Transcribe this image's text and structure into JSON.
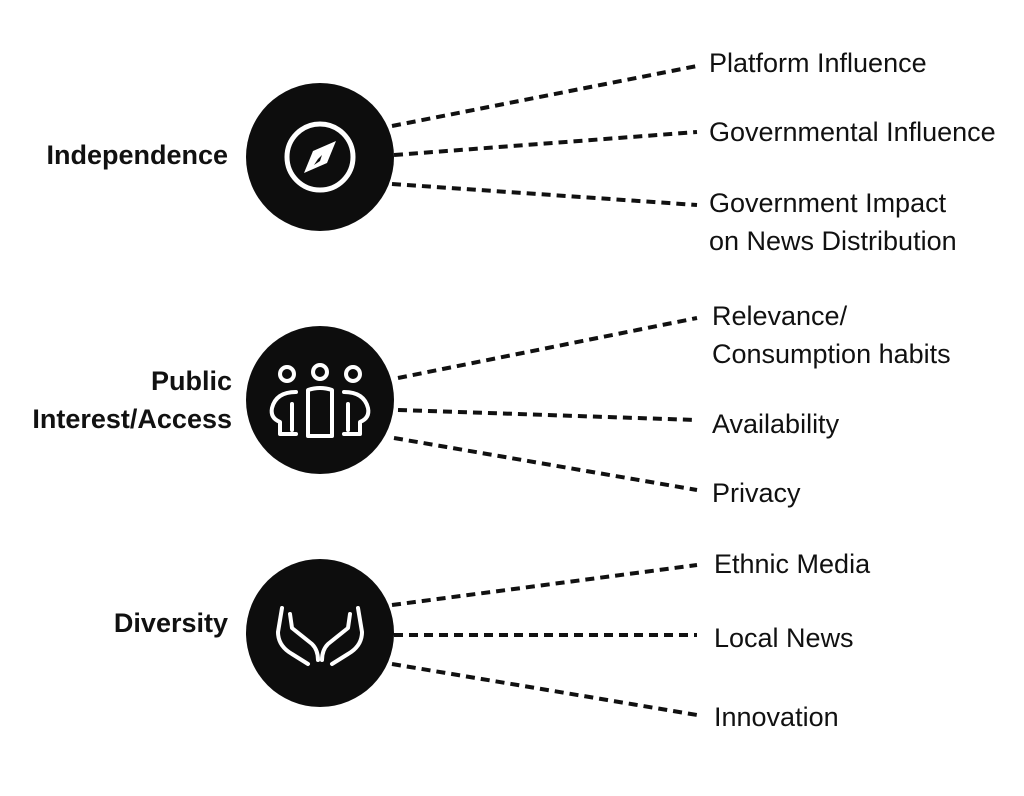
{
  "colors": {
    "ink": "#111111",
    "circle": "#0d0d0d",
    "icon": "#ffffff",
    "background": "#ffffff"
  },
  "groups": [
    {
      "label": "Independence",
      "icon": "compass-icon",
      "items": [
        "Platform Influence",
        "Governmental Influence",
        "Government Impact\non News Distribution"
      ]
    },
    {
      "label": "Public\nInterest/Access",
      "icon": "people-icon",
      "items": [
        "Relevance/\nConsumption habits",
        "Availability",
        "Privacy"
      ]
    },
    {
      "label": "Diversity",
      "icon": "open-hands-icon",
      "items": [
        "Ethnic Media",
        "Local News",
        "Innovation"
      ]
    }
  ]
}
